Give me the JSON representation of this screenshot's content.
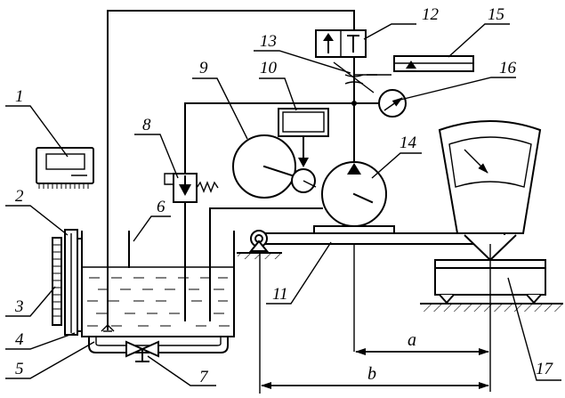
{
  "labels": {
    "n1": "1",
    "n2": "2",
    "n3": "3",
    "n4": "4",
    "n5": "5",
    "n6": "6",
    "n7": "7",
    "n8": "8",
    "n9": "9",
    "n10": "10",
    "n11": "11",
    "n12": "12",
    "n13": "13",
    "n14": "14",
    "n15": "15",
    "n16": "16",
    "n17": "17"
  },
  "dimensions": {
    "a": "a",
    "b": "b"
  }
}
